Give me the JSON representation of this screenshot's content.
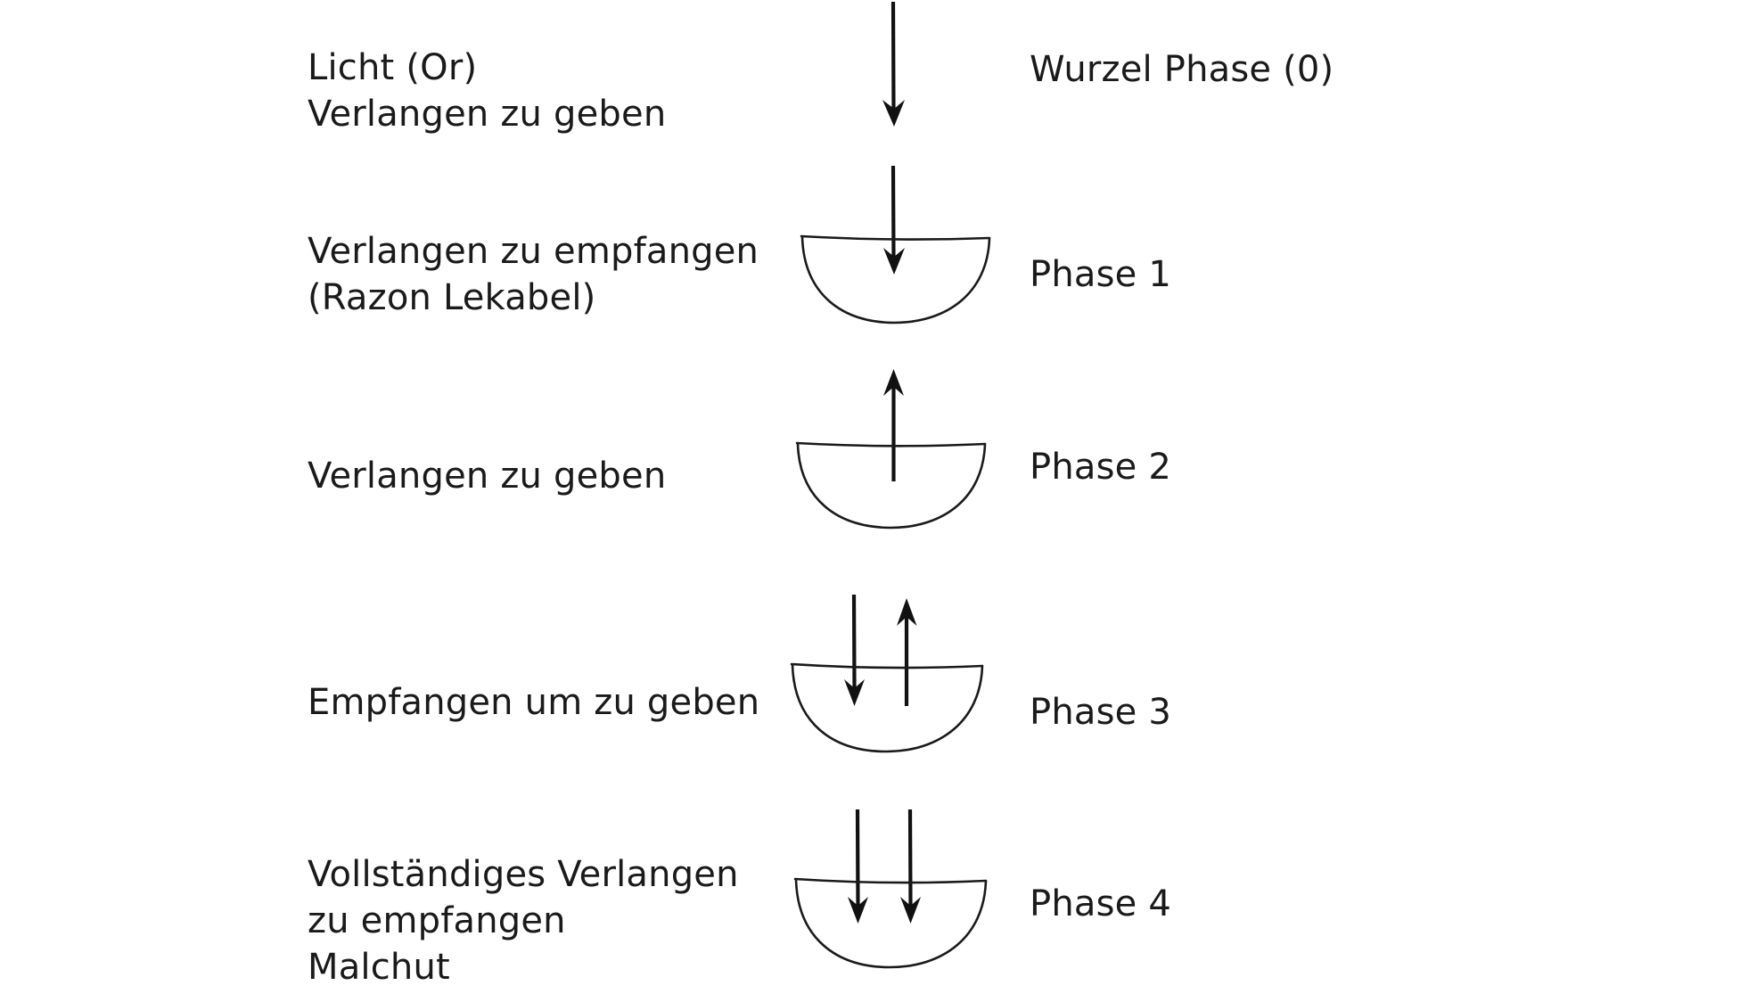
{
  "diagram": {
    "title_text_present": false,
    "background_color": "#ffffff",
    "ink_color": "#1a1a1a",
    "left_labels": [
      {
        "id": "root",
        "text": "Licht (Or)\nVerlangen zu geben"
      },
      {
        "id": "phase1",
        "text": "Verlangen zu empfangen\n(Razon Lekabel)"
      },
      {
        "id": "phase2",
        "text": "Verlangen zu geben"
      },
      {
        "id": "phase3",
        "text": "Empfangen um zu geben"
      },
      {
        "id": "phase4",
        "text": "Vollständiges Verlangen\nzu empfangen\nMalchut"
      }
    ],
    "phase_labels": [
      {
        "id": "phase0",
        "text": "Wurzel Phase (0)"
      },
      {
        "id": "phase1",
        "text": "Phase 1"
      },
      {
        "id": "phase2",
        "text": "Phase 2"
      },
      {
        "id": "phase3",
        "text": "Phase 3"
      },
      {
        "id": "phase4",
        "text": "Phase 4"
      }
    ],
    "stages": [
      {
        "id": "root-stage",
        "phase_number": "0",
        "has_vessel": false,
        "arrows": [
          {
            "direction": "down",
            "name": "light-arrow-down"
          }
        ]
      },
      {
        "id": "phase1-stage",
        "phase_number": "1",
        "has_vessel": true,
        "arrows": [
          {
            "direction": "down",
            "name": "receiving-arrow-down"
          }
        ]
      },
      {
        "id": "phase2-stage",
        "phase_number": "2",
        "has_vessel": true,
        "arrows": [
          {
            "direction": "up",
            "name": "giving-arrow-up"
          }
        ]
      },
      {
        "id": "phase3-stage",
        "phase_number": "3",
        "has_vessel": true,
        "arrows": [
          {
            "direction": "down",
            "name": "receive-arrow-down"
          },
          {
            "direction": "up",
            "name": "give-arrow-up"
          }
        ]
      },
      {
        "id": "phase4-stage",
        "phase_number": "4",
        "has_vessel": true,
        "arrows": [
          {
            "direction": "down",
            "name": "receive-arrow-down-left"
          },
          {
            "direction": "down",
            "name": "receive-arrow-down-right"
          }
        ]
      }
    ]
  }
}
